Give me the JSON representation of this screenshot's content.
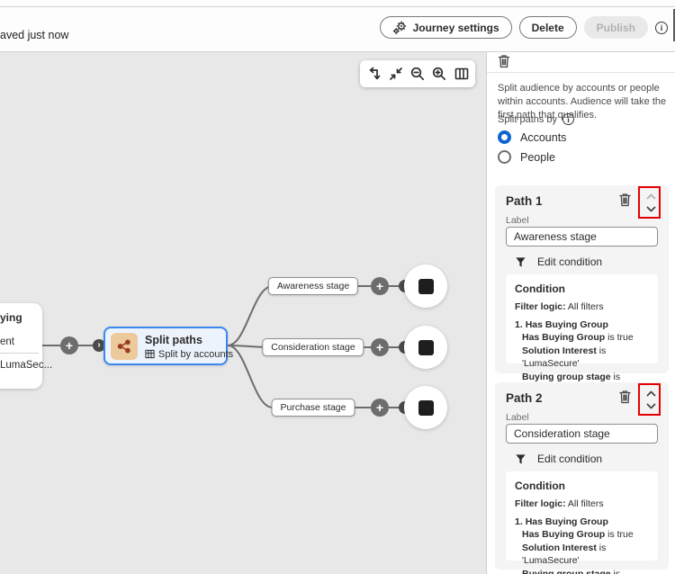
{
  "topbar": {
    "saved_status": "aved just now",
    "journey_settings_label": "Journey settings",
    "delete_label": "Delete",
    "publish_label": "Publish",
    "info_glyph": "i"
  },
  "canvas": {
    "toolbar_icons": [
      "undo-icon",
      "fit-view-icon",
      "zoom-out-icon",
      "zoom-in-icon",
      "minimap-icon"
    ],
    "source_node": {
      "line1": "ying",
      "line2": "ent",
      "line3": "LumaSec..."
    },
    "split_node": {
      "title": "Split paths",
      "subtitle": "Split by accounts"
    },
    "branches": [
      {
        "label": "Awareness stage"
      },
      {
        "label": "Consideration stage"
      },
      {
        "label": "Purchase stage"
      }
    ],
    "glyphs": {
      "plus": "+",
      "chevron_right": "›"
    }
  },
  "panel": {
    "description": "Split audience by accounts or people within accounts. Audience will take the first path that qualifies.",
    "split_by_label": "Split paths by",
    "info_glyph": "i",
    "options": [
      {
        "label": "Accounts",
        "selected": true
      },
      {
        "label": "People",
        "selected": false
      }
    ],
    "label_field_label": "Label",
    "edit_condition_label": "Edit condition",
    "condition_title": "Condition",
    "filter_logic_label": "Filter logic:",
    "filter_logic_value": " All filters",
    "paths": [
      {
        "title": "Path 1",
        "label_value": "Awareness stage",
        "group_index": "1. ",
        "group_name": "Has Buying Group",
        "rules": [
          {
            "name": "Has Buying Group",
            "rest": " is true"
          },
          {
            "name": "Solution Interest",
            "rest": " is 'LumaSecure'"
          },
          {
            "name": "Buying group stage",
            "rest": " is 'Awareness'"
          }
        ]
      },
      {
        "title": "Path 2",
        "label_value": "Consideration stage",
        "group_index": "1. ",
        "group_name": "Has Buying Group",
        "rules": [
          {
            "name": "Has Buying Group",
            "rest": " is true"
          },
          {
            "name": "Solution Interest",
            "rest": " is 'LumaSecure'"
          },
          {
            "name": "Buying group stage",
            "rest": " is 'Consideration'"
          }
        ]
      }
    ]
  },
  "colors": {
    "accent_blue": "#0d66d0",
    "node_border_blue": "#3a87ef",
    "node_icon_bg": "#ecca9b",
    "node_icon_glyph": "#9d3b22",
    "annotation_red": "#e50000",
    "canvas_bg": "#e8e8e8",
    "disabled_bg": "#e9e9e9"
  }
}
